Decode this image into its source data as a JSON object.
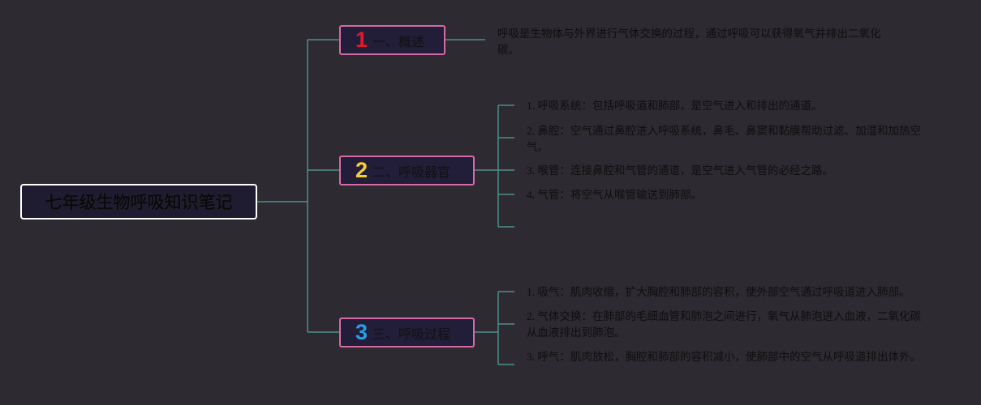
{
  "root": {
    "title": "七年级生物呼吸知识笔记"
  },
  "branches": [
    {
      "number": "1",
      "number_color": "#e0182c",
      "label": "一、概述",
      "leaves": [
        "呼吸是生物体与外界进行气体交换的过程，通过呼吸可以获得氧气并排出二氧化碳。"
      ]
    },
    {
      "number": "2",
      "number_color": "#f5d033",
      "label": "二、呼吸器官",
      "leaves": [
        "1. 呼吸系统：包括呼吸道和肺部，是空气进入和排出的通道。",
        "2. 鼻腔：空气通过鼻腔进入呼吸系统，鼻毛、鼻窦和黏膜帮助过滤、加湿和加热空气。",
        "3. 喉管：连接鼻腔和气管的通道，是空气进入气管的必经之路。",
        "4. 气管：将空气从喉管输送到肺部。"
      ]
    },
    {
      "number": "3",
      "number_color": "#2b9ee6",
      "label": "三、呼吸过程",
      "leaves": [
        "1. 吸气：肌肉收缩，扩大胸腔和肺部的容积，使外部空气通过呼吸道进入肺部。",
        "2. 气体交换：在肺部的毛细血管和肺泡之间进行，氧气从肺泡进入血液，二氧化碳从血液排出到肺泡。",
        "3. 呼气：肌肉放松，胸腔和肺部的容积减小，使肺部中的空气从呼吸道排出体外。"
      ]
    }
  ],
  "colors": {
    "connector": "#4e8f8a",
    "branch_border": "#d56ba4",
    "root_border": "#ffffff"
  }
}
